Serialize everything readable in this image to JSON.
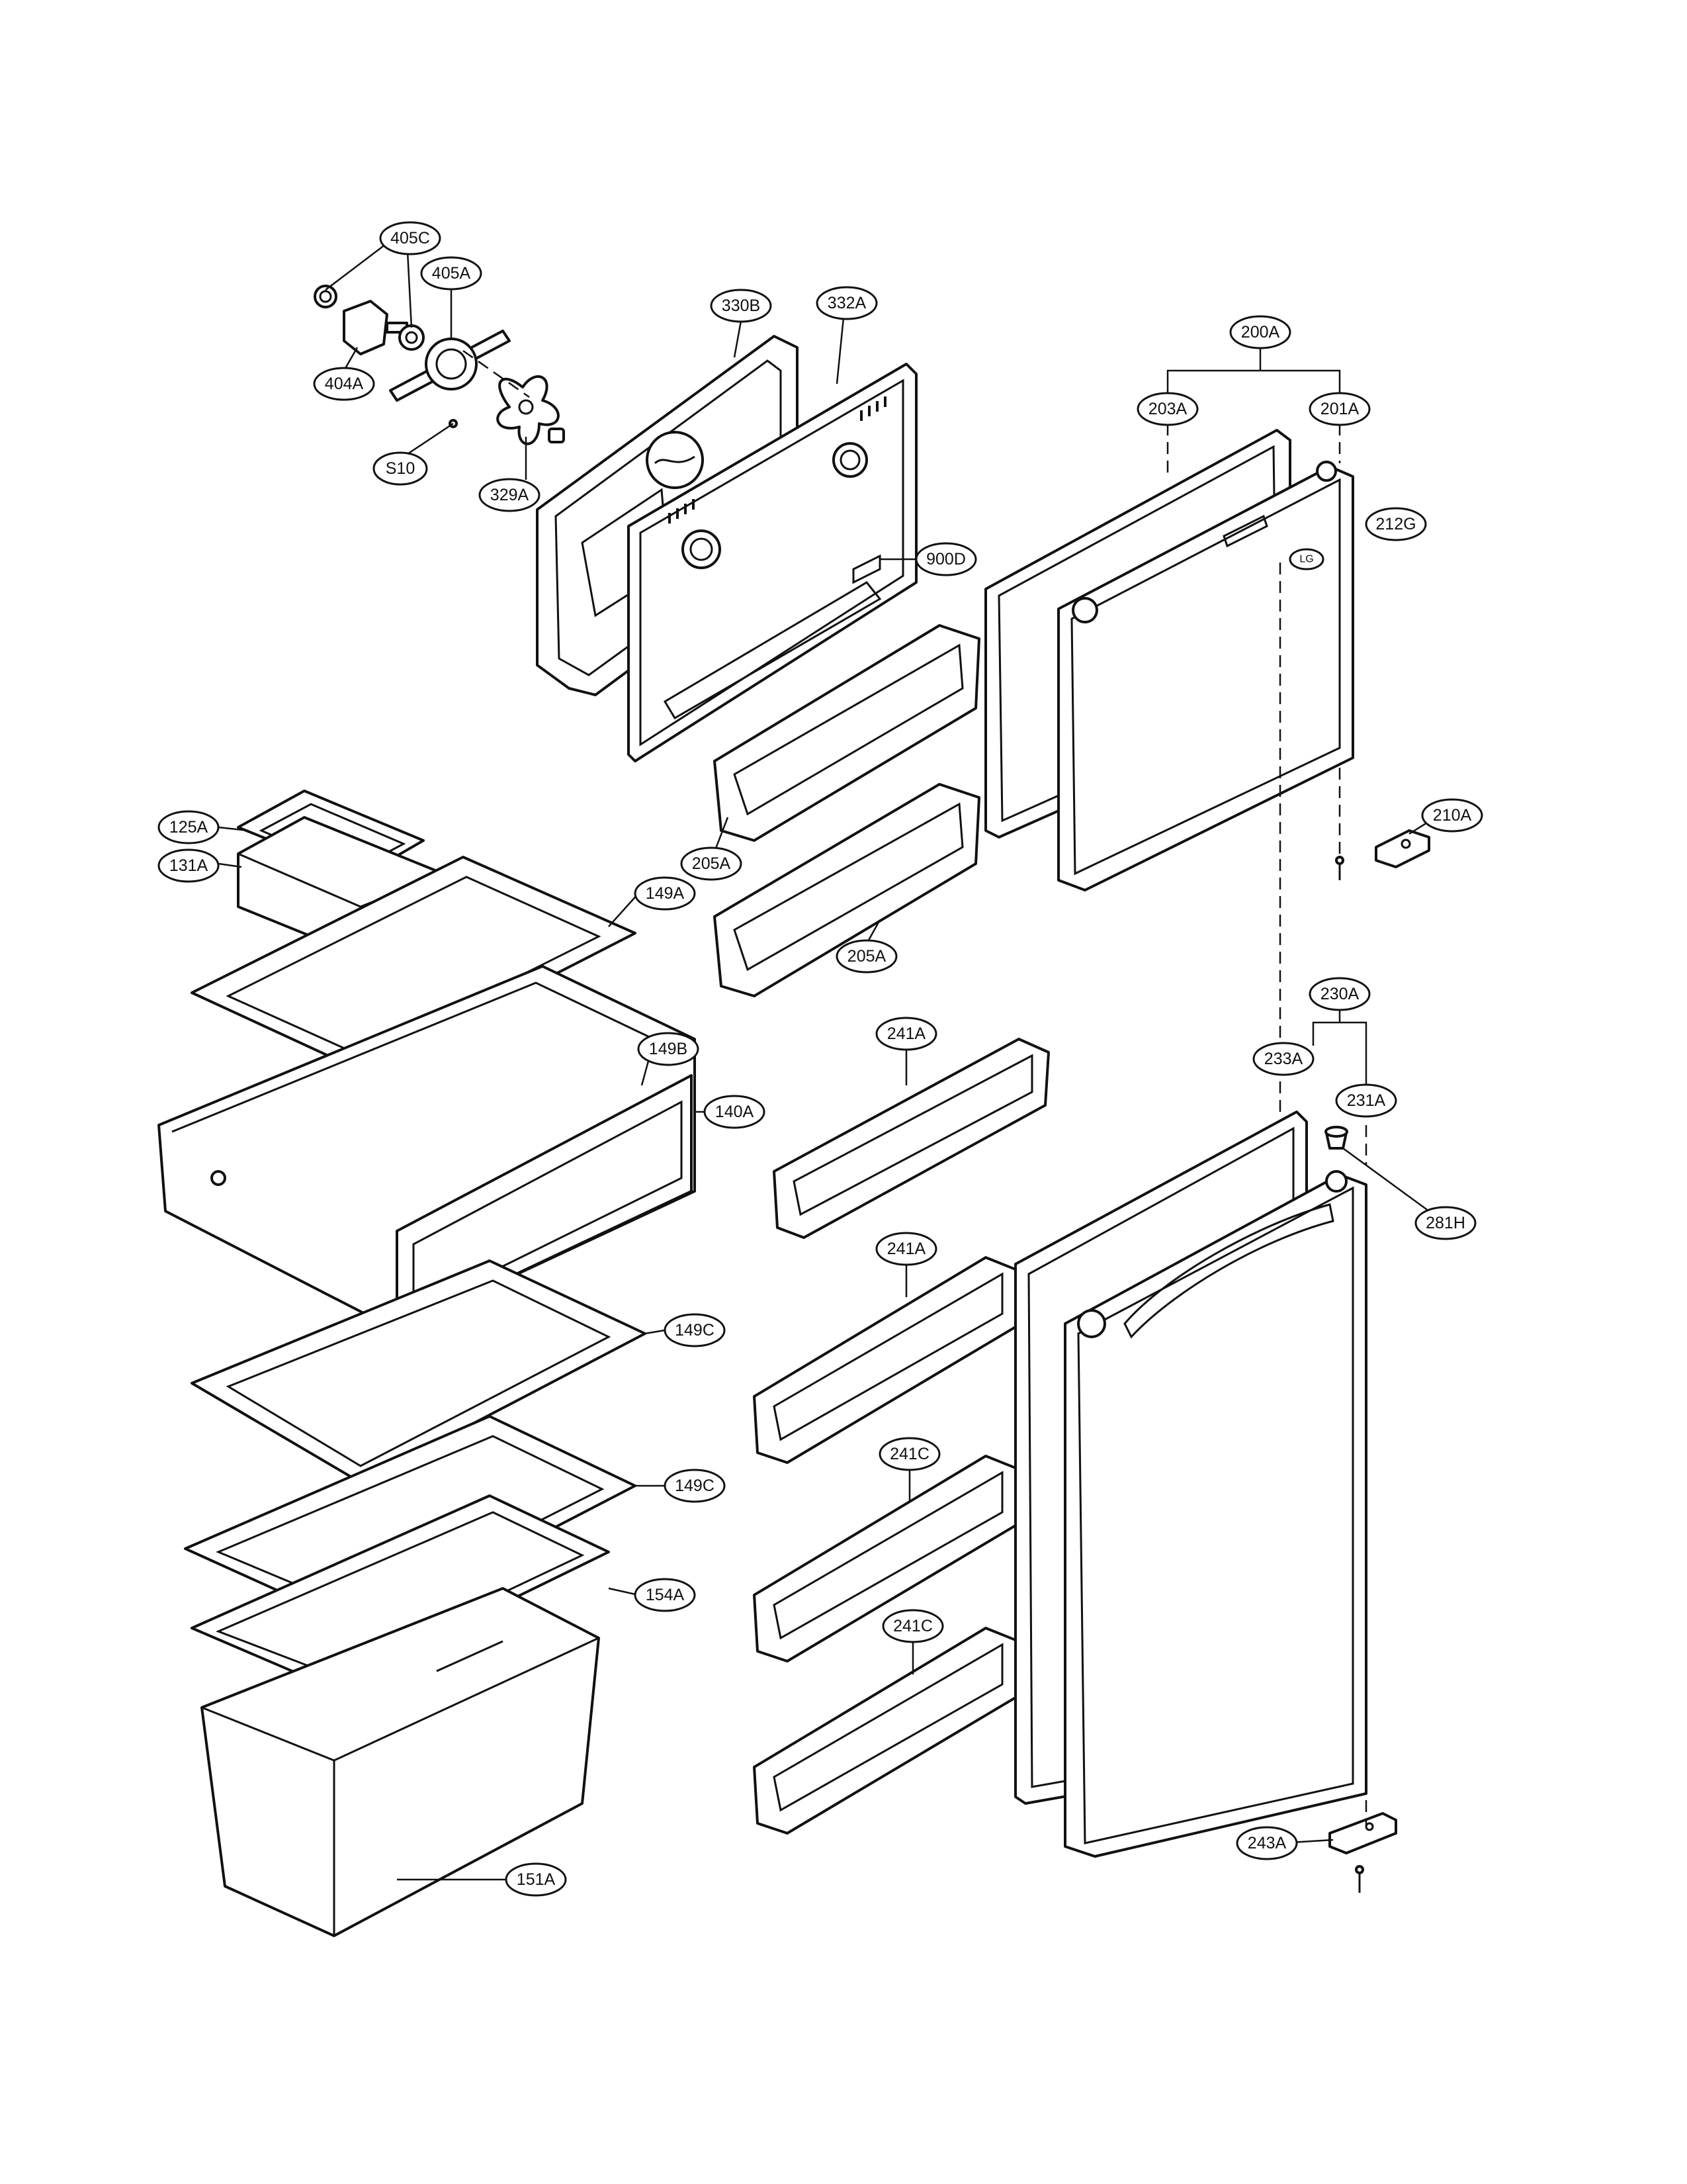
{
  "labels": {
    "405C": "405C",
    "405A": "405A",
    "404A": "404A",
    "S10": "S10",
    "329A": "329A",
    "330B": "330B",
    "332A": "332A",
    "900D": "900D",
    "200A": "200A",
    "203A": "203A",
    "201A": "201A",
    "212G": "212G",
    "210A": "210A",
    "205A_1": "205A",
    "205A_2": "205A",
    "125A": "125A",
    "131A": "131A",
    "149A": "149A",
    "149B": "149B",
    "140A": "140A",
    "149C_1": "149C",
    "149C_2": "149C",
    "154A": "154A",
    "151A": "151A",
    "241A_1": "241A",
    "241A_2": "241A",
    "241C_1": "241C",
    "241C_2": "241C",
    "230A": "230A",
    "233A": "233A",
    "231A": "231A",
    "281H": "281H",
    "243A": "243A"
  },
  "door_logo": "LG"
}
